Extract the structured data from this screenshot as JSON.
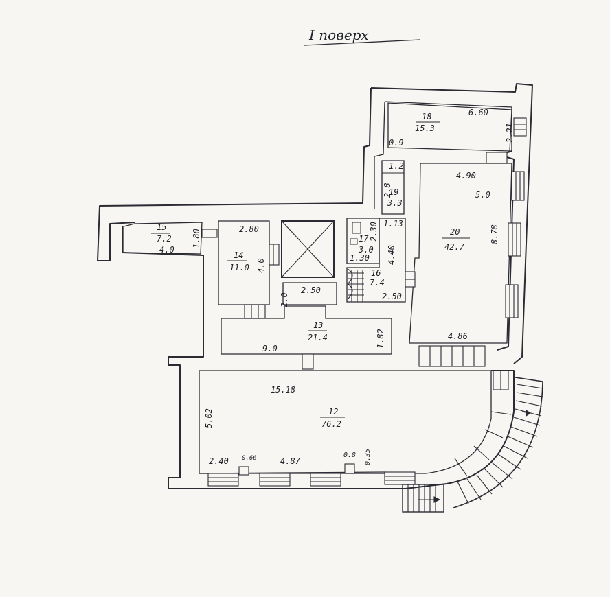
{
  "title": "I поверх",
  "rooms": [
    {
      "id": "18",
      "number": "18",
      "area": "15.3"
    },
    {
      "id": "19",
      "number": "19",
      "area": "3.3"
    },
    {
      "id": "20",
      "number": "20",
      "area": "42.7"
    },
    {
      "id": "15",
      "number": "15",
      "area": "7.2"
    },
    {
      "id": "14",
      "number": "14",
      "area": "11.0"
    },
    {
      "id": "17",
      "number": "17",
      "area": "3.0"
    },
    {
      "id": "16",
      "number": "16",
      "area": "7.4"
    },
    {
      "id": "13",
      "number": "13",
      "area": "21.4"
    },
    {
      "id": "12",
      "number": "12",
      "area": "76.2"
    }
  ],
  "dimensions": {
    "d_6_60": "6.60",
    "d_2_21": "2.21",
    "d_0_9": "0.9",
    "d_4_90": "4.90",
    "d_5_0": "5.0",
    "d_1_2": "1.2",
    "d_2_8_19": "2.8",
    "d_8_78": "8.78",
    "d_1_80": "1.80",
    "d_4_0_15": "4.0",
    "d_2_80": "2.80",
    "d_4_0_14": "4.0",
    "d_2_30": "2.30",
    "d_1_30": "1.30",
    "d_1_13": "1.13",
    "d_4_40": "4.40",
    "d_2_50_13": "2.50",
    "d_2_0": "2.0",
    "d_2_50_16": "2.50",
    "d_9_0": "9.0",
    "d_1_82": "1.82",
    "d_4_86": "4.86",
    "d_15_18": "15.18",
    "d_5_02": "5.02",
    "d_2_40": "2.40",
    "d_0_66": "0.66",
    "d_4_87": "4.87",
    "d_0_8": "0.8",
    "d_0_35": "0.35"
  },
  "colors": {
    "ink": "#2b2b33",
    "paper": "#f7f6f3"
  }
}
